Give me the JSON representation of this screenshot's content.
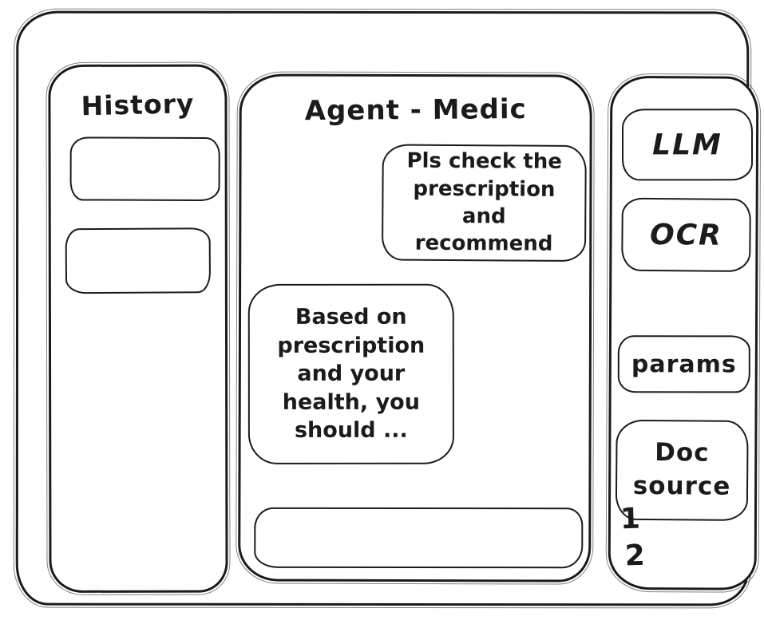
{
  "app": {
    "type": "hand-drawn wireframe of a medical chat agent UI"
  },
  "colors": {
    "ink": "#1b1b1b",
    "background": "#ffffff"
  },
  "history_panel": {
    "title": "History",
    "items": [
      {
        "label": ""
      },
      {
        "label": ""
      }
    ]
  },
  "chat": {
    "title": "Agent - Medic",
    "messages": [
      {
        "role": "user",
        "text": "Pls check the prescription and recommend"
      },
      {
        "role": "assistant",
        "text": "Based on prescription and your health, you should ..."
      }
    ],
    "input": {
      "value": "",
      "placeholder": ""
    }
  },
  "tools_panel": {
    "buttons": [
      {
        "label": "LLM"
      },
      {
        "label": "OCR"
      },
      {
        "label": "params"
      },
      {
        "label": "Doc source"
      }
    ],
    "annotations": [
      {
        "label": "1"
      },
      {
        "label": "2"
      }
    ]
  }
}
